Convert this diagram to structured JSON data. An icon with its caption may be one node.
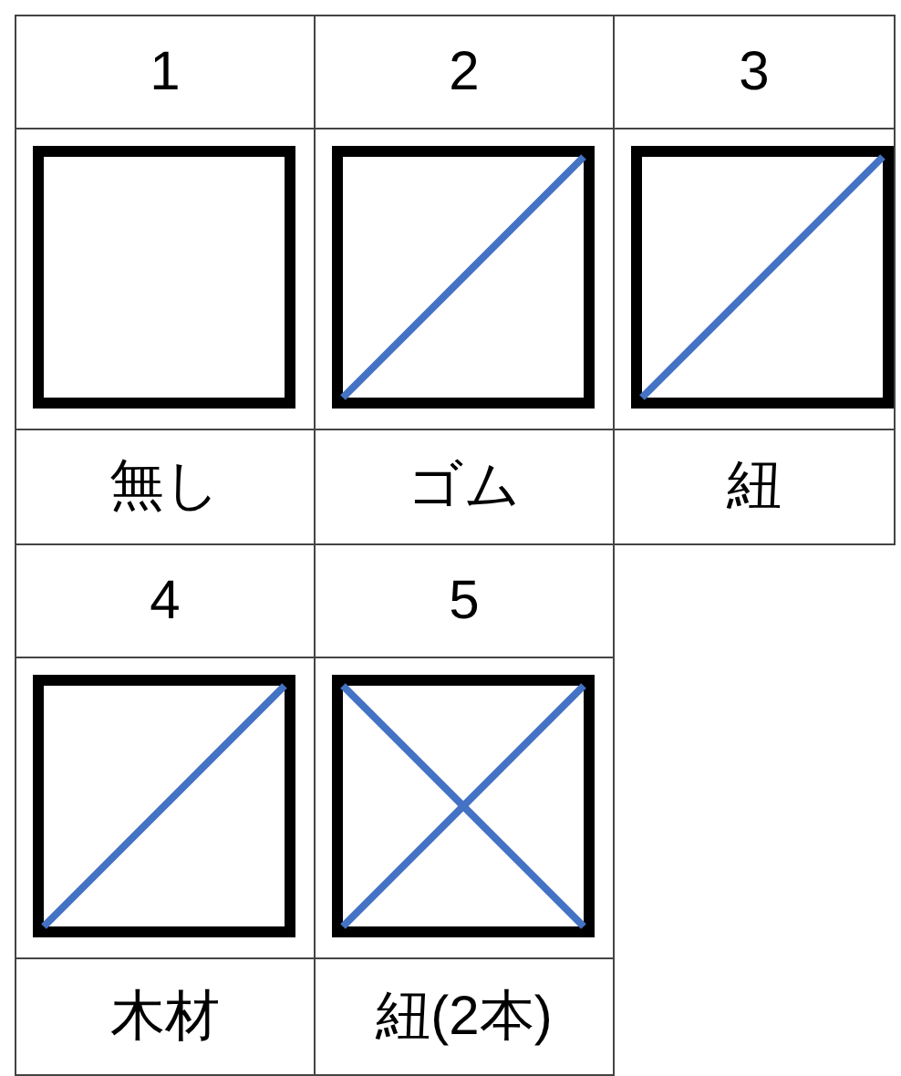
{
  "diagram": {
    "labels": [
      "1",
      "2",
      "3",
      "無し",
      "ゴム",
      "紐",
      "4",
      "5",
      "木材",
      "紐(2本)"
    ]
  }
}
